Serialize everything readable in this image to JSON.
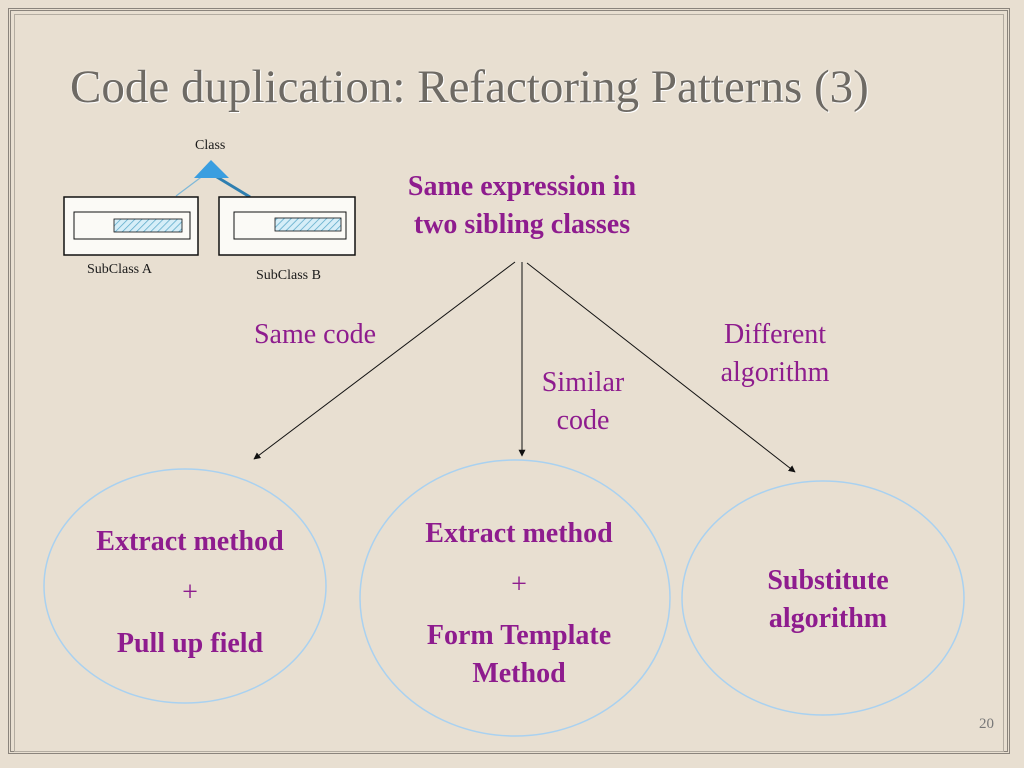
{
  "slide": {
    "title": "Code duplication: Refactoring Patterns (3)",
    "page_number": "20"
  },
  "class_diagram": {
    "parent_label": "Class",
    "subclass_a_label": "SubClass A",
    "subclass_b_label": "SubClass B"
  },
  "root": {
    "line1": "Same expression in",
    "line2": "two sibling classes"
  },
  "branches": {
    "left": "Same code",
    "middle_line1": "Similar",
    "middle_line2": "code",
    "right_line1": "Different",
    "right_line2": "algorithm"
  },
  "outcomes": {
    "left": {
      "line1": "Extract method",
      "plus": "+",
      "line2": "Pull up field"
    },
    "middle": {
      "line1": "Extract method",
      "plus": "+",
      "line2": "Form Template",
      "line3": "Method"
    },
    "right": {
      "line1": "Substitute",
      "line2": "algorithm"
    }
  },
  "colors": {
    "accent_purple": "#8e1c8e",
    "ellipse_outline": "#a9d1f0",
    "triangle_blue": "#3a9ee0"
  }
}
